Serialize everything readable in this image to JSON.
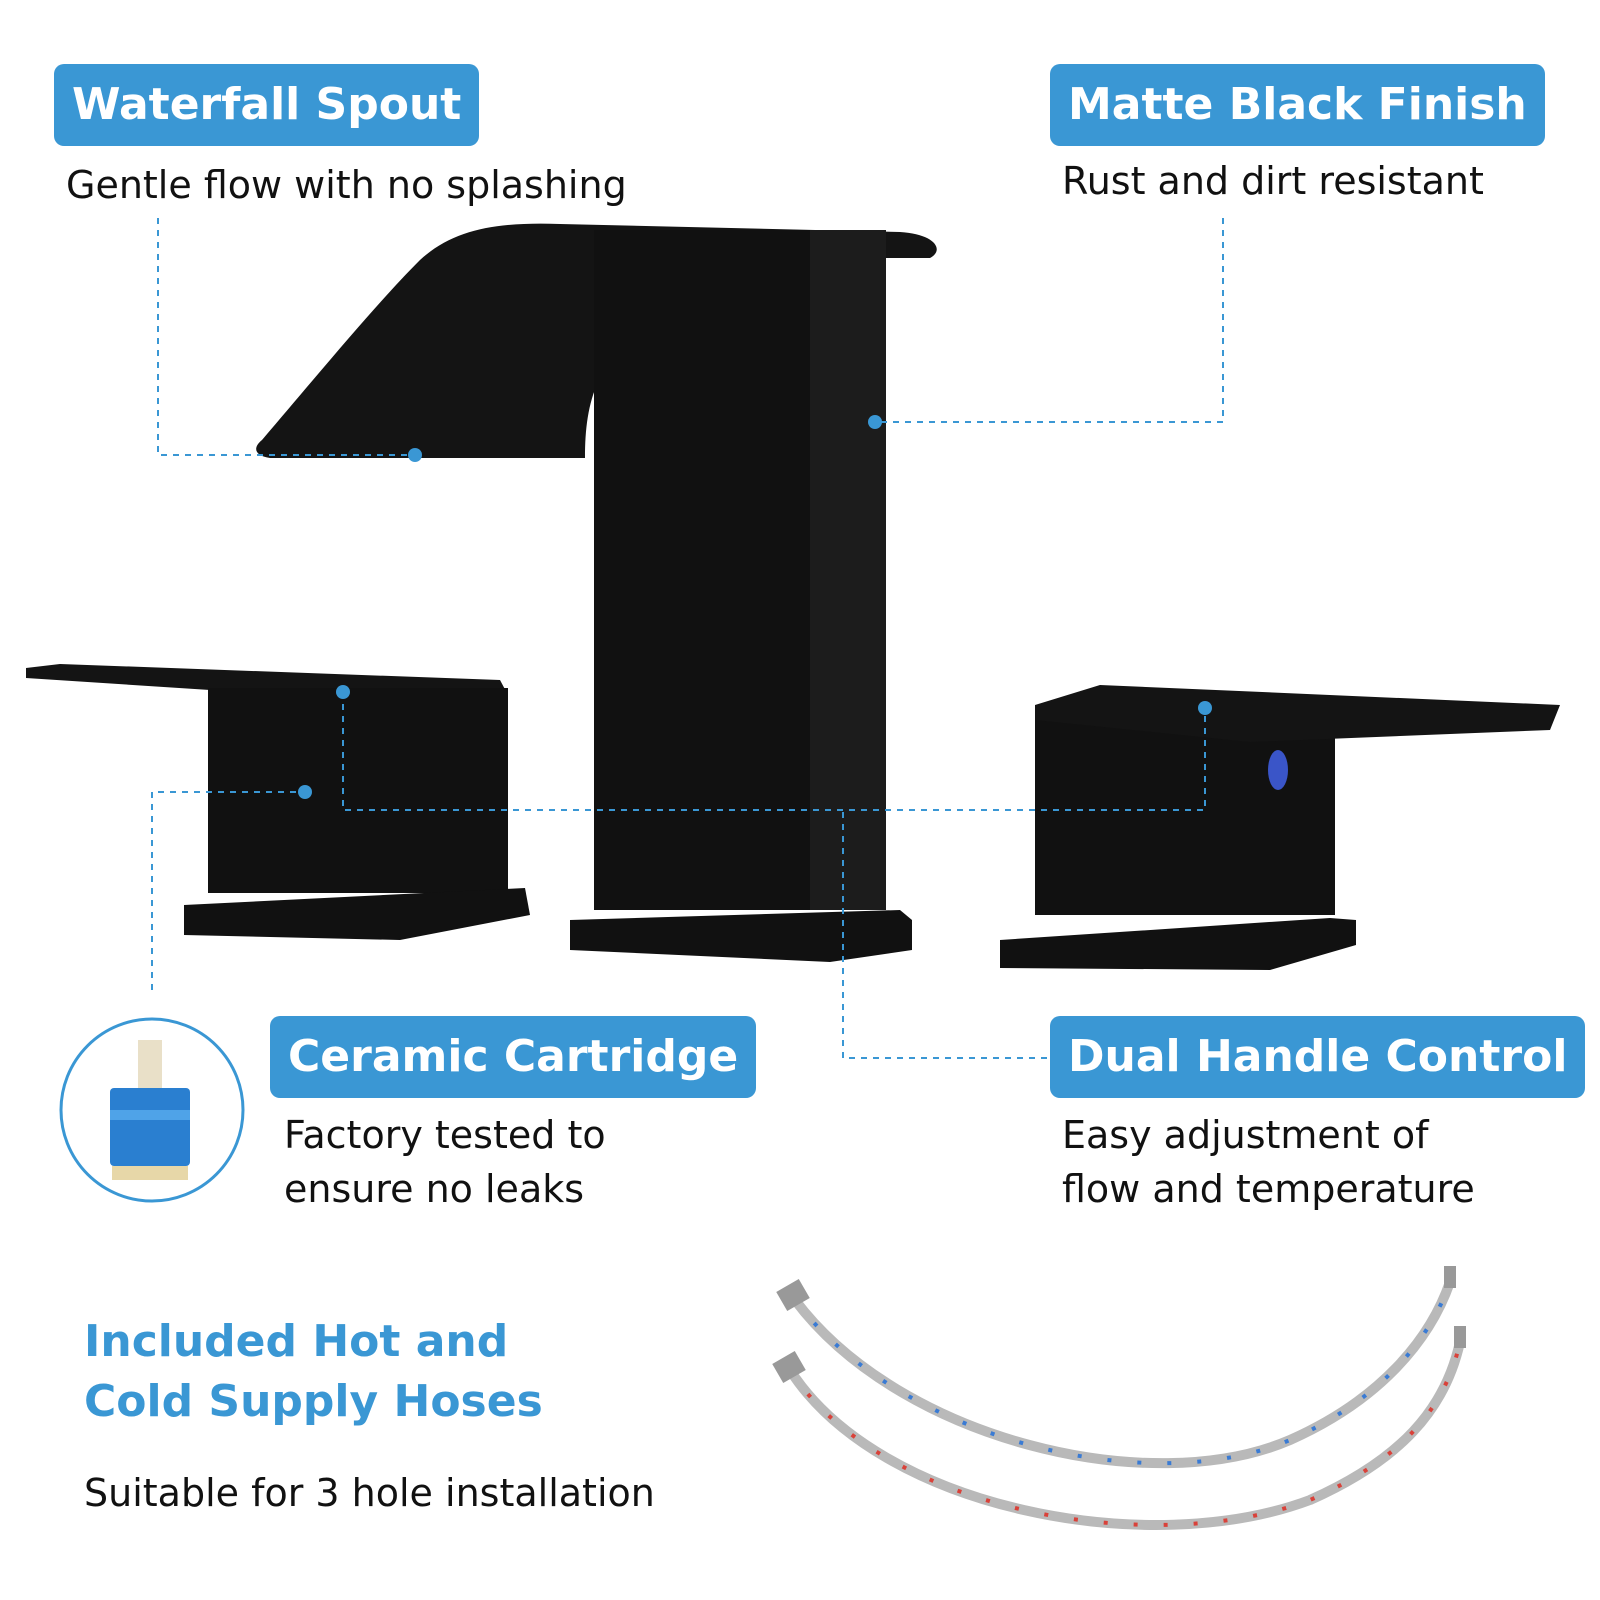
{
  "features": {
    "waterfall_spout": {
      "title": "Waterfall Spout",
      "desc": "Gentle flow with no splashing"
    },
    "matte_black": {
      "title": "Matte Black Finish",
      "desc": "Rust and dirt resistant"
    },
    "ceramic_cartridge": {
      "title": "Ceramic Cartridge",
      "desc_line1": "Factory tested to",
      "desc_line2": "ensure no leaks"
    },
    "dual_handle": {
      "title": "Dual Handle Control",
      "desc_line1": "Easy adjustment of",
      "desc_line2": "flow and temperature"
    }
  },
  "hoses": {
    "title_line1": "Included Hot and",
    "title_line2": "Cold Supply Hoses",
    "desc": "Suitable for 3 hole installation"
  },
  "colors": {
    "accent": "#3a97d4",
    "product": "#141414",
    "hot": "#d9423a",
    "cold": "#3a7bd4"
  },
  "icons": [
    "faucet-image",
    "cartridge-icon",
    "supply-hoses-image"
  ]
}
